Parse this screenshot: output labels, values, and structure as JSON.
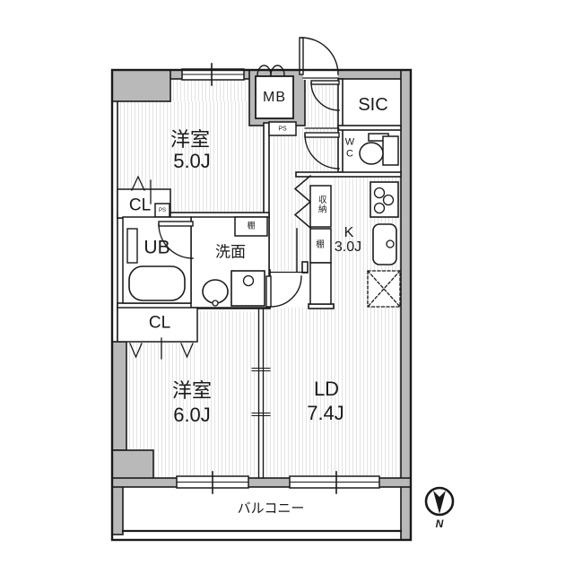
{
  "floor_plan": {
    "rooms": [
      {
        "id": "bedroom-5",
        "name": "洋室",
        "size": "5.0J"
      },
      {
        "id": "bedroom-6",
        "name": "洋室",
        "size": "6.0J"
      },
      {
        "id": "living-dining",
        "name": "LD",
        "size": "7.4J"
      },
      {
        "id": "kitchen",
        "name": "K",
        "size": "3.0J"
      }
    ],
    "labels": {
      "balcony": "バルコニー",
      "shoe_closet": "SIC",
      "meter_box": "MB",
      "unit_bath": "UB",
      "washroom": "洗面",
      "wc_line1": "W",
      "wc_line2": "C",
      "closet_upper": "CL",
      "closet_lower": "CL",
      "storage": "収納",
      "shelf_hall": "棚",
      "shelf_washroom": "棚",
      "ps_meter": "PS",
      "ps_closet": "PS",
      "compass_north": "N"
    },
    "colors": {
      "wall_line": "#1a1a1a",
      "wall_fill": "#b9b9b9",
      "floor_stripe": "#e3e3e3",
      "background": "#ffffff"
    }
  }
}
